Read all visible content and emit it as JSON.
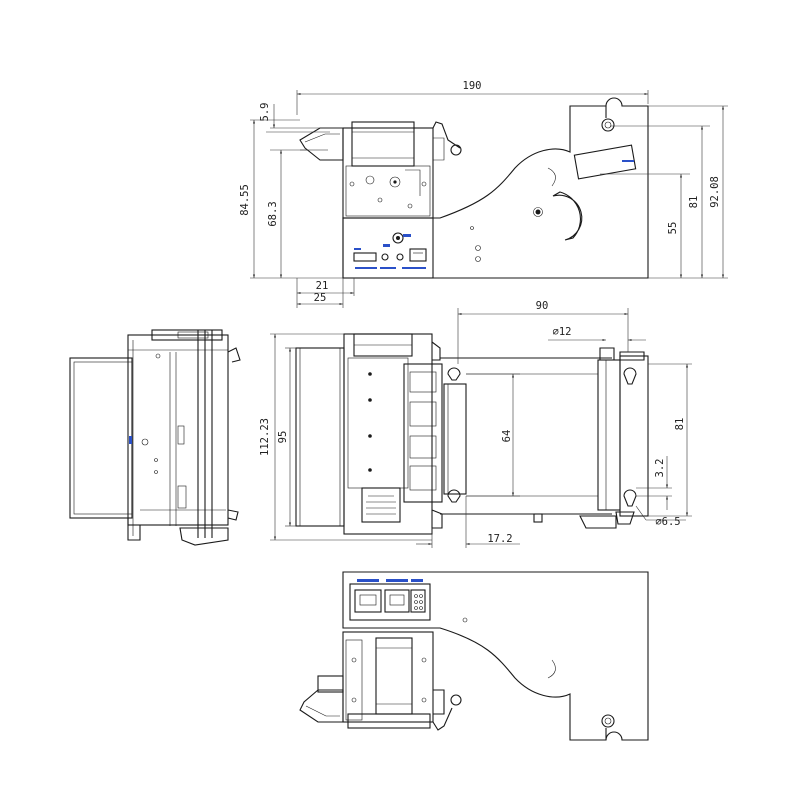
{
  "dimensions": {
    "top_width": "190",
    "top_offset_small": "5.9",
    "top_h_left_outer": "84.55",
    "top_h_left_inner": "68.3",
    "top_bottom_a": "21",
    "top_bottom_b": "25",
    "top_h_right_a": "55",
    "top_h_right_b": "81",
    "top_h_right_c": "92.08",
    "mid_width": "90",
    "mid_hole_dia": "∅12",
    "mid_left_outer": "112.23",
    "mid_left_inner": "95",
    "mid_paper": "64",
    "mid_right_h": "81",
    "mid_slot": "3.2",
    "mid_mount_dia": "∅6.5",
    "mid_bottom": "17.2"
  },
  "colors": {
    "line": "#1a1a1a",
    "accent": "#2a50c8"
  }
}
